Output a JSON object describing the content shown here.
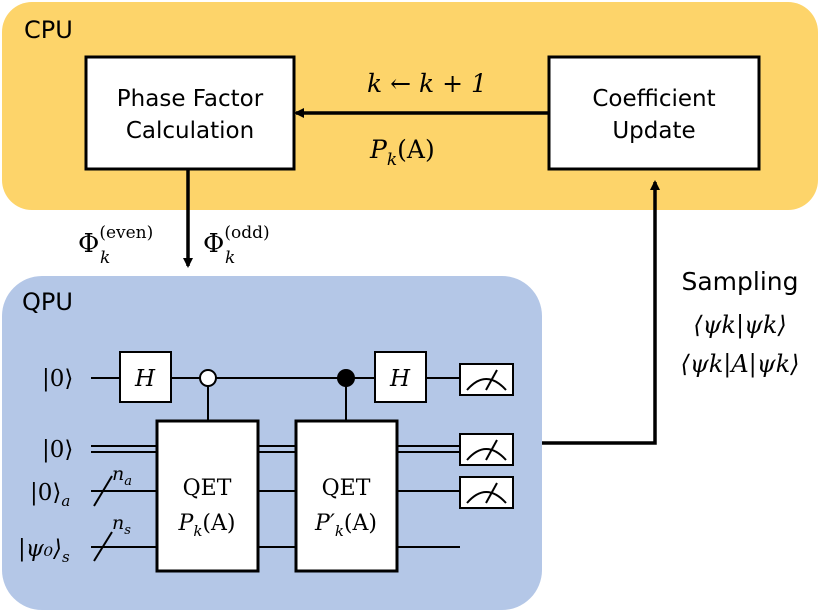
{
  "cpu": {
    "label": "CPU",
    "fill": "#fdd46a",
    "phase_box": {
      "line1": "Phase Factor",
      "line2": "Calculation"
    },
    "coef_box": {
      "line1": "Coefficient",
      "line2": "Update"
    },
    "update_rule": "k ← k + 1",
    "poly_label": "P",
    "poly_sub": "k",
    "poly_arg": "(A)"
  },
  "qpu": {
    "label": "QPU",
    "fill": "#b4c7e7",
    "inputs": {
      "ancilla": "|0⟩",
      "signal": "|0⟩",
      "register_a": "|0⟩",
      "register_a_sub": "a",
      "system": "|ψ₀⟩",
      "system_sub": "s"
    },
    "wire_counts": {
      "na": "n",
      "na_sub": "a",
      "ns": "n",
      "ns_sub": "s"
    },
    "hadamard_label": "H",
    "qet1": {
      "line1": "QET",
      "line2": "P",
      "sub": "k",
      "arg": "(A)"
    },
    "qet2": {
      "line1": "QET",
      "line2": "P′",
      "sub": "k",
      "arg": "(A)"
    }
  },
  "phi_even": {
    "symbol": "Φ",
    "sub": "k",
    "sup": "(even)"
  },
  "phi_odd": {
    "symbol": "Φ",
    "sub": "k",
    "sup": "(odd)"
  },
  "sampling": {
    "title": "Sampling",
    "line1": "⟨ψk|ψk⟩",
    "line2": "⟨ψk|A|ψk⟩"
  }
}
